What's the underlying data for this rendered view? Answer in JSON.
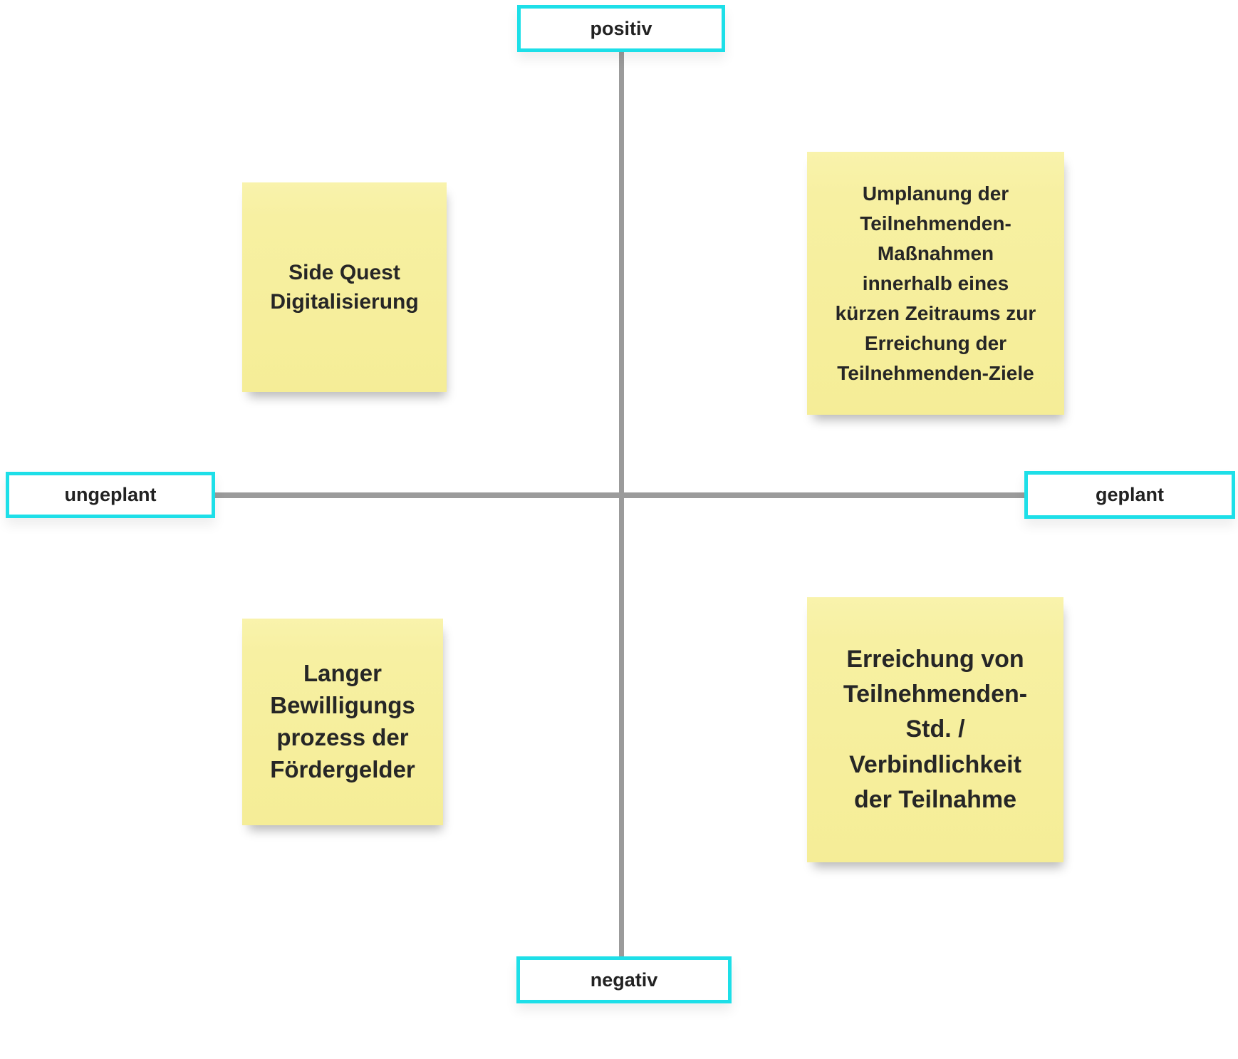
{
  "board": {
    "type": "quadrant-diagram"
  },
  "colors": {
    "accent_cyan": "#1ddfe8",
    "axis_gray": "#9b9b9b",
    "note_yellow": "#f6ef9e",
    "text_dark": "#262626",
    "background": "#ffffff"
  },
  "axes": {
    "y_positive_label": "positiv",
    "y_negative_label": "negativ",
    "x_left_label": "ungeplant",
    "x_right_label": "geplant"
  },
  "notes": [
    {
      "id": "note-top-left",
      "quadrant": "positiv / ungeplant",
      "text": "Side Quest\nDigitalisierung"
    },
    {
      "id": "note-top-right",
      "quadrant": "positiv / geplant",
      "text": "Umplanung der\nTeilnehmenden-\nMaßnahmen\ninnerhalb eines\nkürzen Zeitraums zur\nErreichung der\nTeilnehmenden-Ziele"
    },
    {
      "id": "note-bottom-left",
      "quadrant": "negativ / ungeplant",
      "text": "Langer\nBewilligungs\nprozess der\nFördergelder"
    },
    {
      "id": "note-bottom-right",
      "quadrant": "negativ / geplant",
      "text": "Erreichung von\nTeilnehmenden-\nStd. /\nVerbindlichkeit\nder Teilnahme"
    }
  ]
}
